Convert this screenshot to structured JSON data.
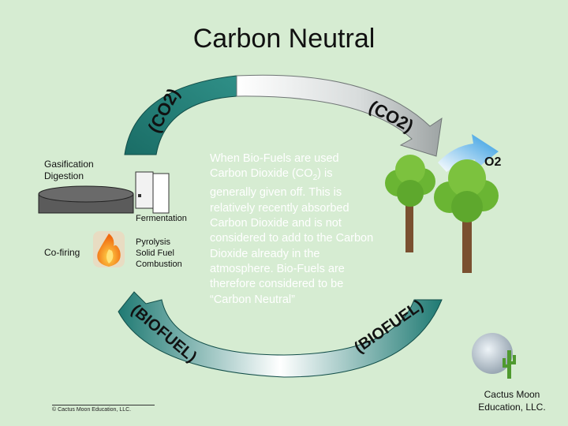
{
  "title": "Carbon Neutral",
  "labels": {
    "co2_left": "(CO2)",
    "co2_right": "(CO2)",
    "o2": "O2",
    "gasification": "Gasification",
    "digestion": "Digestion",
    "fermentation": "Fermentation",
    "cofiring": "Co-firing",
    "pyrolysis_1": "Pyrolysis",
    "pyrolysis_2": "Solid Fuel",
    "pyrolysis_3": "Combustion",
    "biofuel_left": "(BIOFUEL)",
    "biofuel_right": "(BIOFUEL)"
  },
  "body": {
    "line1": "When Bio-Fuels are used Carbon Dioxide (CO",
    "sub": "2",
    "line2": ") is generally given off.  This is relatively recently absorbed Carbon Dioxide and is not considered to add to the Carbon Dioxide already in the atmosphere.  Bio-Fuels are therefore considered to be “Carbon Neutral”"
  },
  "footer": {
    "credit": "© Cactus Moon Education, LLC.",
    "brand_line1": "Cactus Moon",
    "brand_line2": "Education, LLC."
  },
  "colors": {
    "teal_arrow": "#1f7a73",
    "grey_arrow_dark": "#9aa0a0",
    "blue_arrow": "#3aa2e0",
    "tree_green": "#6ab533",
    "trunk": "#7a5030"
  }
}
